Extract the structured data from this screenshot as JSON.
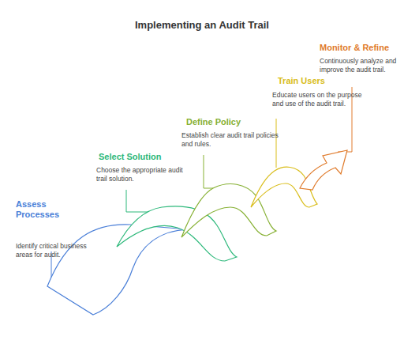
{
  "diagram": {
    "title": "Implementing an Audit Trail",
    "labels": [
      "Assess Processes",
      "Identify critical business areas for audit.",
      "Select Solution",
      "Choose the appropriate audit trail solution.",
      "Define Policy",
      "Establish clear audit trail policies and rules.",
      "Train Users",
      "Educate users on the purpose and use of the audit trail.",
      "Monitor & Refine",
      "Continuously analyze and improve the audit trail."
    ]
  }
}
